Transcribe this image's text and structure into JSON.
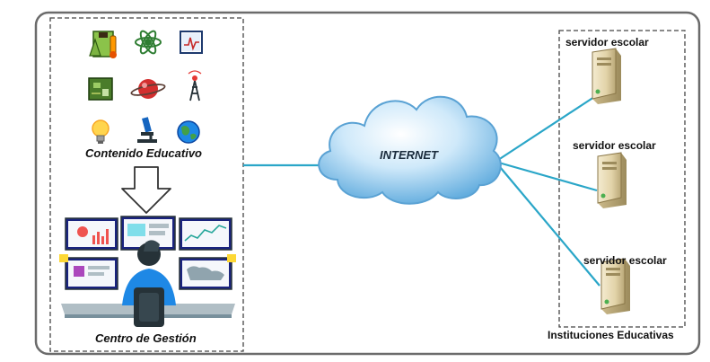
{
  "diagram": {
    "left_panel": {
      "content_label": "Contenido Educativo",
      "center_label": "Centro de Gestión",
      "icons": [
        "chemistry-flask-icon",
        "atom-icon",
        "chart-icon",
        "circuit-board-icon",
        "planet-icon",
        "radio-tower-icon",
        "lightbulb-icon",
        "microscope-icon",
        "globe-icon"
      ]
    },
    "cloud": {
      "label": "INTERNET"
    },
    "right_panel": {
      "group_label": "Instituciones Educativas",
      "servers": [
        {
          "label": "servidor escolar"
        },
        {
          "label": "servidor escolar"
        },
        {
          "label": "servidor escolar"
        }
      ]
    },
    "colors": {
      "link": "#2aa6c8",
      "cloud_light": "#eaf6fd",
      "cloud_dark": "#6db4e0",
      "border": "#555555"
    }
  }
}
